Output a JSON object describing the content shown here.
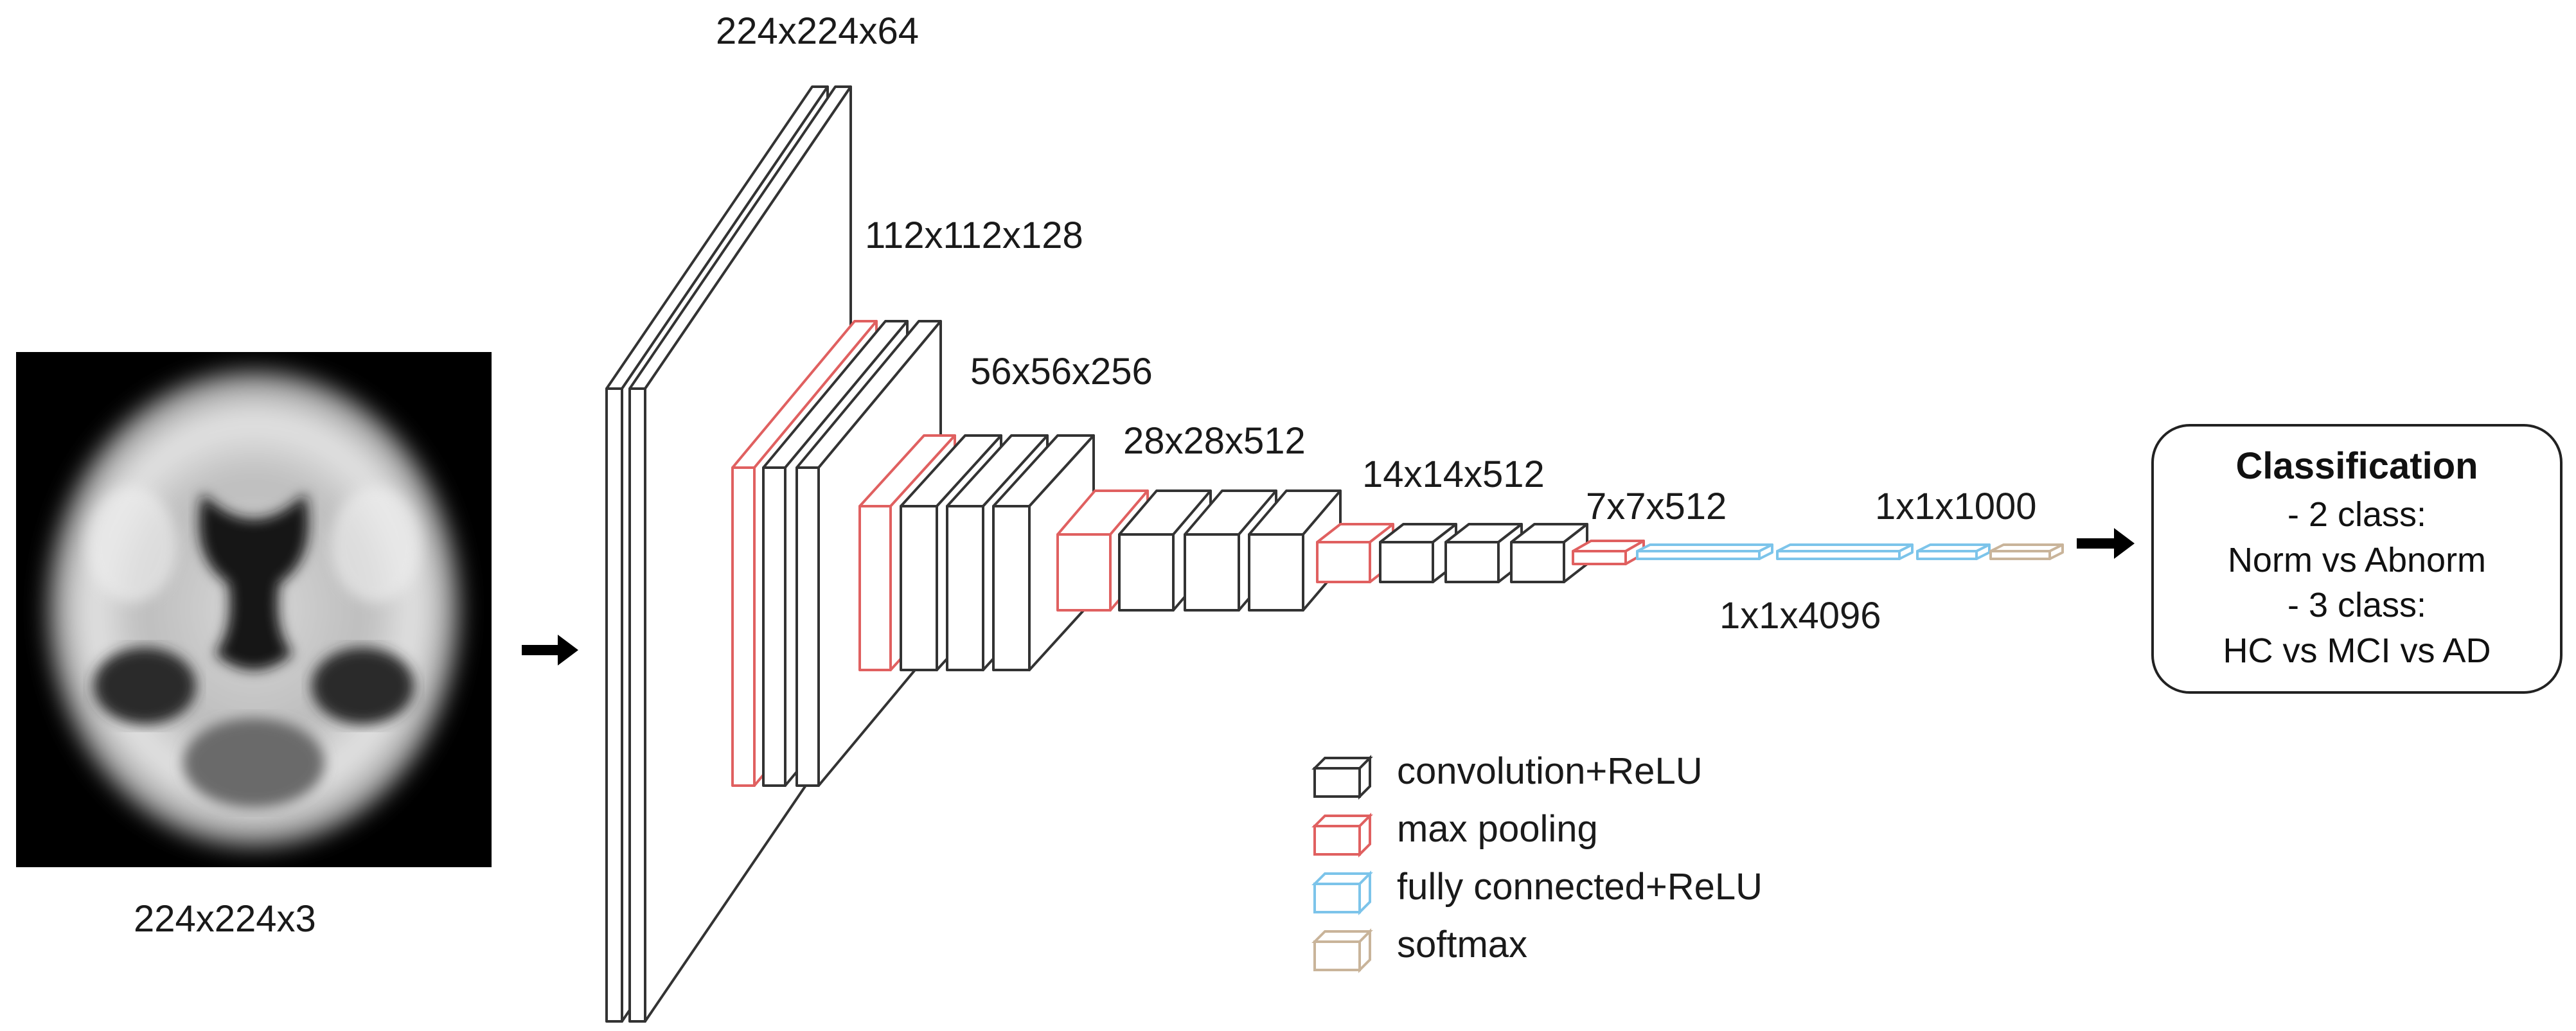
{
  "input": {
    "label": "224x224x3"
  },
  "layers": [
    {
      "name": "224x224x64"
    },
    {
      "name": "112x112x128"
    },
    {
      "name": "56x56x256"
    },
    {
      "name": "28x28x512"
    },
    {
      "name": "14x14x512"
    },
    {
      "name": "7x7x512"
    },
    {
      "name": "1x1x4096"
    },
    {
      "name": "1x1x1000"
    }
  ],
  "legend": [
    {
      "label": "convolution+ReLU",
      "color": "#333333"
    },
    {
      "label": "max pooling",
      "color": "#e06060"
    },
    {
      "label": "fully connected+ReLU",
      "color": "#7cc4ea"
    },
    {
      "label": "softmax",
      "color": "#c9b49a"
    }
  ],
  "classification": {
    "title": "Classification",
    "lines": [
      " - 2 class:",
      "Norm vs Abnorm",
      " - 3 class:",
      "HC vs MCI vs AD"
    ]
  },
  "icons": {
    "arrow1": "right-arrow-icon",
    "arrow2": "right-arrow-icon"
  }
}
